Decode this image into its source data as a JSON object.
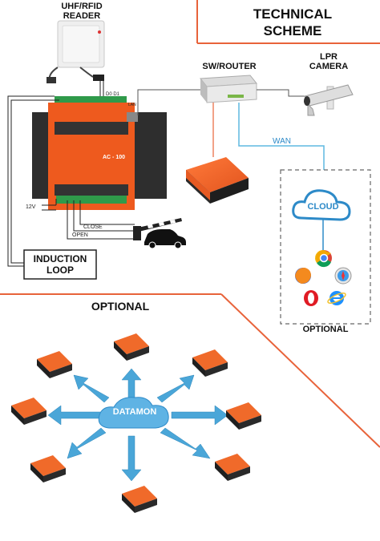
{
  "title": {
    "line1": "TECHNICAL",
    "line2": "SCHEME"
  },
  "labels": {
    "uhf_line1": "UHF/RFID",
    "uhf_line2": "READER",
    "router": "SW/ROUTER",
    "lpr_line1": "LPR",
    "lpr_line2": "CAMERA",
    "wan": "WAN",
    "cloud": "CLOUD",
    "optional_right": "OPTIONAL",
    "induction_line1": "INDUCTION",
    "induction_line2": "LOOP",
    "optional_bottom": "OPTIONAL",
    "datamon": "DATAMON",
    "close": "CLOSE",
    "open": "OPEN",
    "voltage": "12V",
    "d0d1": "D0 D1",
    "controller": "AC - 100",
    "lan": "LAN"
  },
  "colors": {
    "accent": "#e8633a",
    "device_orange": "#f06a2a",
    "device_dark": "#222222",
    "arrow_blue": "#4aa6d8",
    "cloud_blue": "#2d8ac8",
    "wan_line": "#5fb8e0"
  },
  "icons": [
    "rfid-reader-icon",
    "router-icon",
    "camera-icon",
    "cloud-icon",
    "chrome-icon",
    "firefox-icon",
    "safari-icon",
    "opera-icon",
    "ie-icon",
    "car-icon",
    "barrier-icon",
    "server-icon"
  ]
}
